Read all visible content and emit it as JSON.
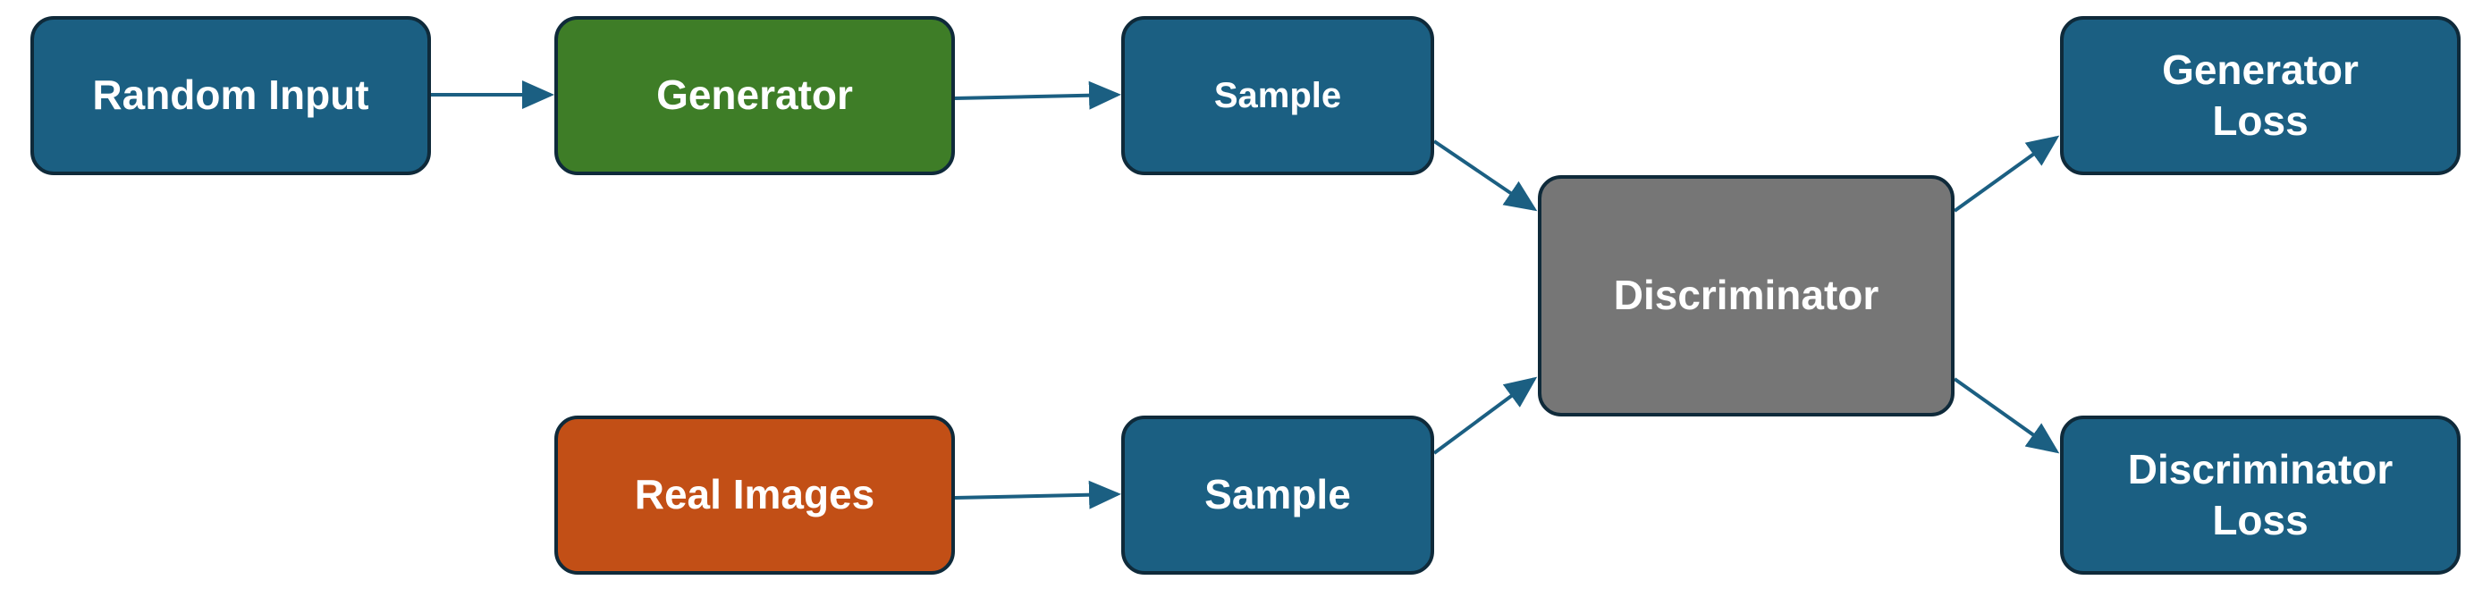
{
  "colors": {
    "blue": "#1b5f82",
    "green": "#3e7d27",
    "orange": "#c24f16",
    "gray": "#767676",
    "border": "#0f2a3a",
    "arrow": "#1b5f82"
  },
  "nodes": {
    "random_input": {
      "label": "Random Input"
    },
    "generator": {
      "label": "Generator"
    },
    "sample_generated": {
      "label": "Sample"
    },
    "real_images": {
      "label": "Real Images"
    },
    "sample_real": {
      "label": "Sample"
    },
    "discriminator": {
      "label": "Discriminator"
    },
    "generator_loss": {
      "line1": "Generator",
      "line2": "Loss"
    },
    "discriminator_loss": {
      "line1": "Discriminator",
      "line2": "Loss"
    }
  }
}
